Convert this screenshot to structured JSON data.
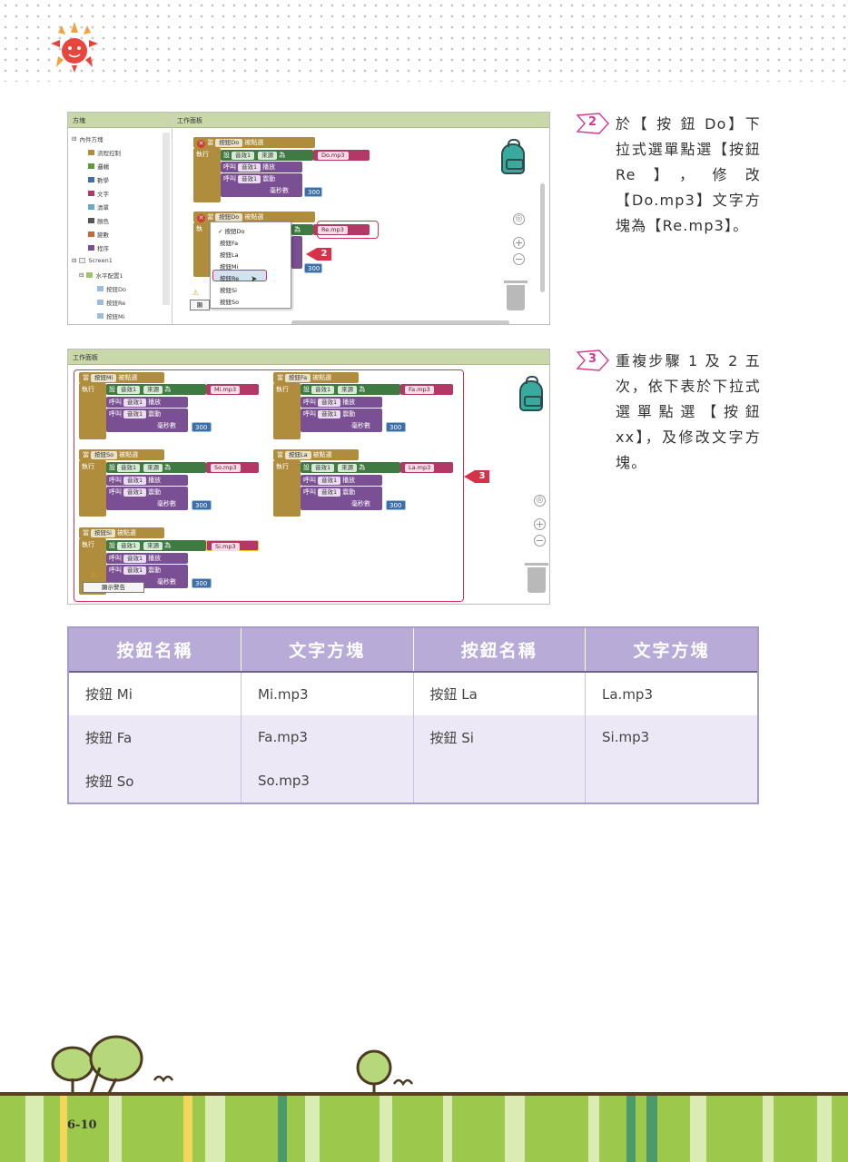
{
  "page": {
    "number": "6-10"
  },
  "screenshot1": {
    "palette_title": "方塊",
    "workspace_title": "工作面板",
    "tree": [
      {
        "label": "內件方塊",
        "color": ""
      },
      {
        "label": "流程控制",
        "color": "#b08d3c"
      },
      {
        "label": "邏輯",
        "color": "#5f9a3c"
      },
      {
        "label": "數學",
        "color": "#3d6ea5"
      },
      {
        "label": "文字",
        "color": "#b43866"
      },
      {
        "label": "清單",
        "color": "#6aa8c8"
      },
      {
        "label": "顏色",
        "color": "#555555"
      },
      {
        "label": "變數",
        "color": "#c4693a"
      },
      {
        "label": "程序",
        "color": "#7a4f93"
      },
      {
        "label": "Screen1",
        "color": ""
      },
      {
        "label": "水平配置1",
        "color": ""
      },
      {
        "label": "按鈕Do",
        "color": ""
      },
      {
        "label": "按鈕Re",
        "color": ""
      },
      {
        "label": "按鈕Mi",
        "color": ""
      }
    ],
    "block1": {
      "when": "當",
      "button": "按鈕Do",
      "event": "被點選",
      "do": "執行",
      "set": "設",
      "sound": "音效1",
      "source": "來源",
      "to": "為",
      "file": "Do.mp3",
      "call": "呼叫",
      "play": "播放",
      "vibrate": "震動",
      "ms": "毫秒數",
      "ms_value": "300"
    },
    "block2": {
      "when": "當",
      "button": "按鈕Do",
      "event": "被點選",
      "do": "執",
      "to": "為",
      "file": "Re.mp3",
      "ms_value": "300"
    },
    "dropdown": [
      "✓ 按鈕Do",
      "按鈕Fa",
      "按鈕La",
      "按鈕Mi",
      "按鈕Re",
      "按鈕Si",
      "按鈕So"
    ],
    "callout": "2",
    "warn_label": "顯"
  },
  "screenshot2": {
    "workspace_title": "工作面板",
    "blocks": [
      {
        "button": "按鈕Mi",
        "file": "Mi.mp3"
      },
      {
        "button": "按鈕Fa",
        "file": "Fa.mp3"
      },
      {
        "button": "按鈕So",
        "file": "So.mp3"
      },
      {
        "button": "按鈕La",
        "file": "La.mp3"
      },
      {
        "button": "按鈕Si",
        "file": "Si.mp3"
      }
    ],
    "labels": {
      "when": "當",
      "event": "被點選",
      "do": "執行",
      "set": "設",
      "sound": "音效1",
      "source": "來源",
      "to": "為",
      "call": "呼叫",
      "play": "播放",
      "vibrate": "震動",
      "ms": "毫秒數",
      "ms_value": "300"
    },
    "warn_button": "顯示警告",
    "callout": "3"
  },
  "steps": [
    {
      "num": "2",
      "text": "於【 按 鈕 Do】下拉式選單點選【按鈕 Re】，修改【Do.mp3】文字方塊為【Re.mp3】。"
    },
    {
      "num": "3",
      "text": "重複步驟 1 及 2 五次，依下表於下拉式選單點選【按鈕 xx】，及修改文字方塊。"
    }
  ],
  "table": {
    "headers": [
      "按鈕名稱",
      "文字方塊",
      "按鈕名稱",
      "文字方塊"
    ],
    "rows": [
      [
        "按鈕 Mi",
        "Mi.mp3",
        "按鈕 La",
        "La.mp3"
      ],
      [
        "按鈕 Fa",
        "Fa.mp3",
        "按鈕 Si",
        "Si.mp3"
      ],
      [
        "按鈕 So",
        "So.mp3",
        "",
        ""
      ]
    ]
  },
  "colors": {
    "header_bg": "#b8abd8",
    "footer_green": "#9cc94c",
    "accent_red": "#d6334a",
    "badge_pink": "#d63b8a"
  }
}
